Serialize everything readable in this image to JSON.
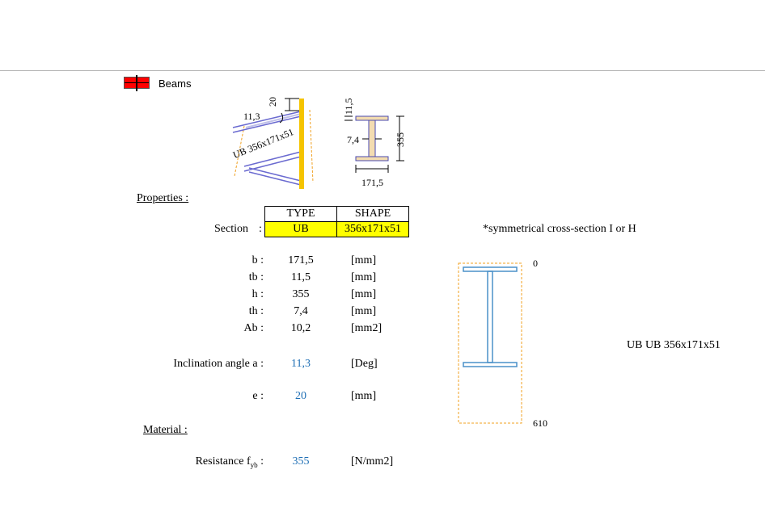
{
  "header": {
    "beams_label": "Beams"
  },
  "diagram": {
    "angle": "11,3",
    "e": "20",
    "section_label": "UB 356x171x51",
    "tb": "11,5",
    "tw": "7,4",
    "h": "355",
    "b": "171,5"
  },
  "properties": {
    "title": "Properties :",
    "section_label": "Section",
    "section_colon": ":",
    "col_type": "TYPE",
    "col_shape": "SHAPE",
    "type_value": "UB",
    "shape_value": "356x171x51",
    "note": "*symmetrical cross-section I or H",
    "rows": [
      {
        "label": "b :",
        "value": "171,5",
        "unit": "[mm]"
      },
      {
        "label": "tb :",
        "value": "11,5",
        "unit": "[mm]"
      },
      {
        "label": "h :",
        "value": "355",
        "unit": "[mm]"
      },
      {
        "label": "th :",
        "value": "7,4",
        "unit": "[mm]"
      },
      {
        "label": "Ab :",
        "value": "10,2",
        "unit": "[mm2]"
      }
    ],
    "inclination_label": "Inclination angle  a :",
    "inclination_value": "11,3",
    "inclination_unit": "[Deg]",
    "e_label": "e :",
    "e_value": "20",
    "e_unit": "[mm]"
  },
  "material": {
    "title": "Material :",
    "resistance_label": "Resistance  f",
    "resistance_sub": "yb",
    "resistance_colon": ":",
    "resistance_value": "355",
    "resistance_unit": "[N/mm2]"
  },
  "preview": {
    "top_value": "0",
    "bottom_value": "610",
    "caption": "UB UB 356x171x51"
  },
  "colors": {
    "highlight": "#ffff00",
    "input_blue": "#1f6fb5",
    "beam_yellow": "#f5c400",
    "profile_blue": "#4a90c8",
    "dashed_orange": "#f0a020"
  }
}
